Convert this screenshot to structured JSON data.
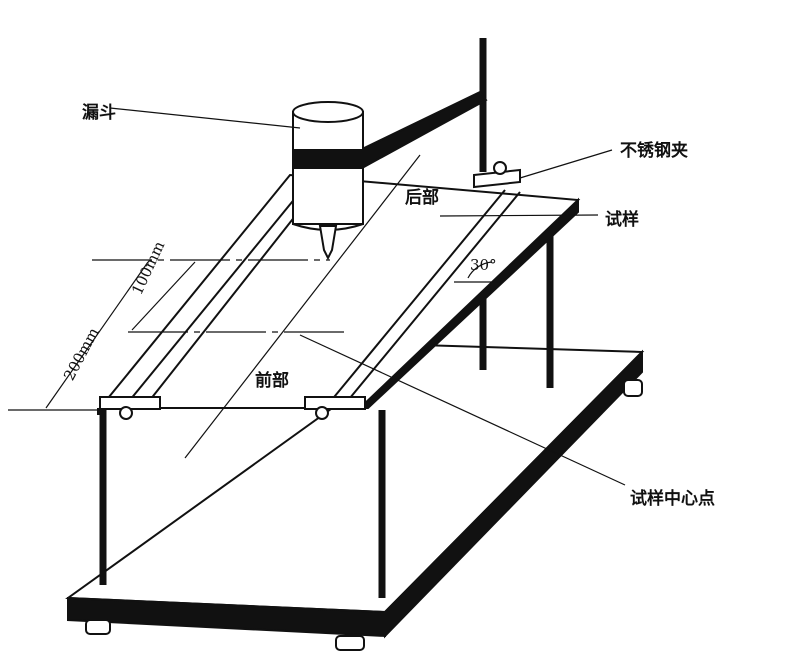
{
  "labels": {
    "funnel": "漏斗",
    "clamp": "不锈钢夹",
    "rear": "后部",
    "specimen": "试样",
    "angle": "30°",
    "dim_100": "100mm",
    "dim_200": "200mm",
    "front": "前部",
    "specimen_center": "试样中心点"
  }
}
